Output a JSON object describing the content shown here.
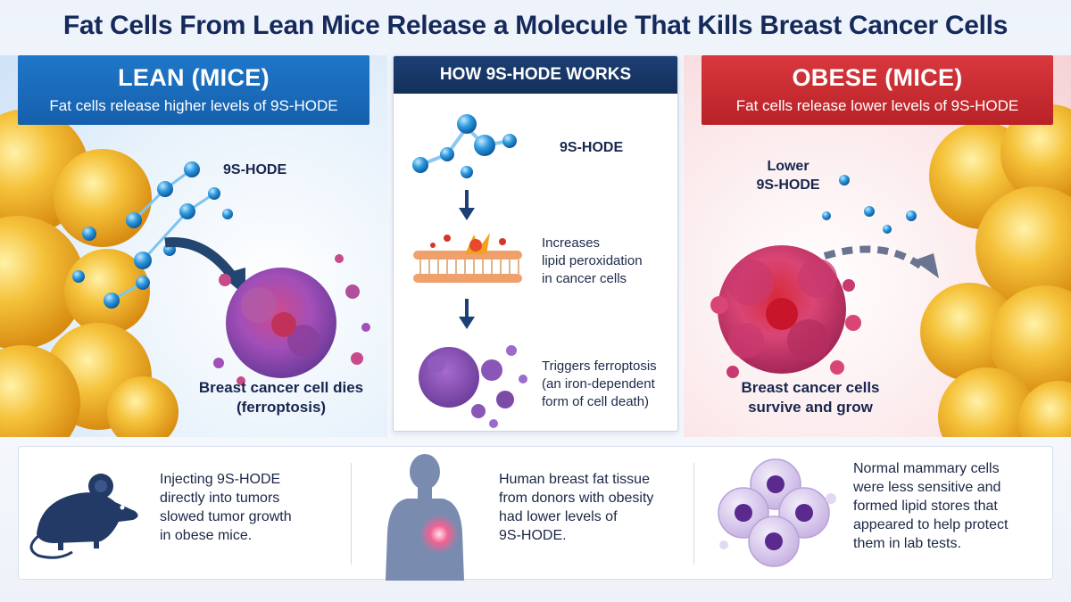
{
  "title": "Fat Cells From Lean Mice Release a Molecule That Kills Breast Cancer Cells",
  "lean": {
    "title": "LEAN (MICE)",
    "subtitle": "Fat cells release higher levels of 9S-HODE",
    "molecule_label": "9S-HODE",
    "outcome": "Breast cancer cell dies (ferroptosis)",
    "color": "#1f77c8"
  },
  "how": {
    "title": "HOW 9S-HODE WORKS",
    "molecule_label": "9S-HODE",
    "step1": "Increases lipid peroxidation in cancer cells",
    "step2": "Triggers ferroptosis (an iron-dependent form of cell death)",
    "color": "#1c3f74"
  },
  "obese": {
    "title": "OBESE (MICE)",
    "subtitle": "Fat cells release lower levels of 9S-HODE",
    "molecule_label": "Lower 9S-HODE",
    "outcome": "Breast cancer cells survive and grow",
    "color": "#d8383d"
  },
  "facts": [
    {
      "icon": "mouse-icon",
      "text": "Injecting 9S-HODE directly into tumors slowed tumor growth in obese mice."
    },
    {
      "icon": "human-silhouette-icon",
      "text": "Human breast fat tissue from donors with obesity had lower levels of 9S-HODE."
    },
    {
      "icon": "mammary-cells-icon",
      "text": "Normal mammary cells were less sensitive and formed lipid stores that appeared to help protect them in lab tests."
    }
  ]
}
